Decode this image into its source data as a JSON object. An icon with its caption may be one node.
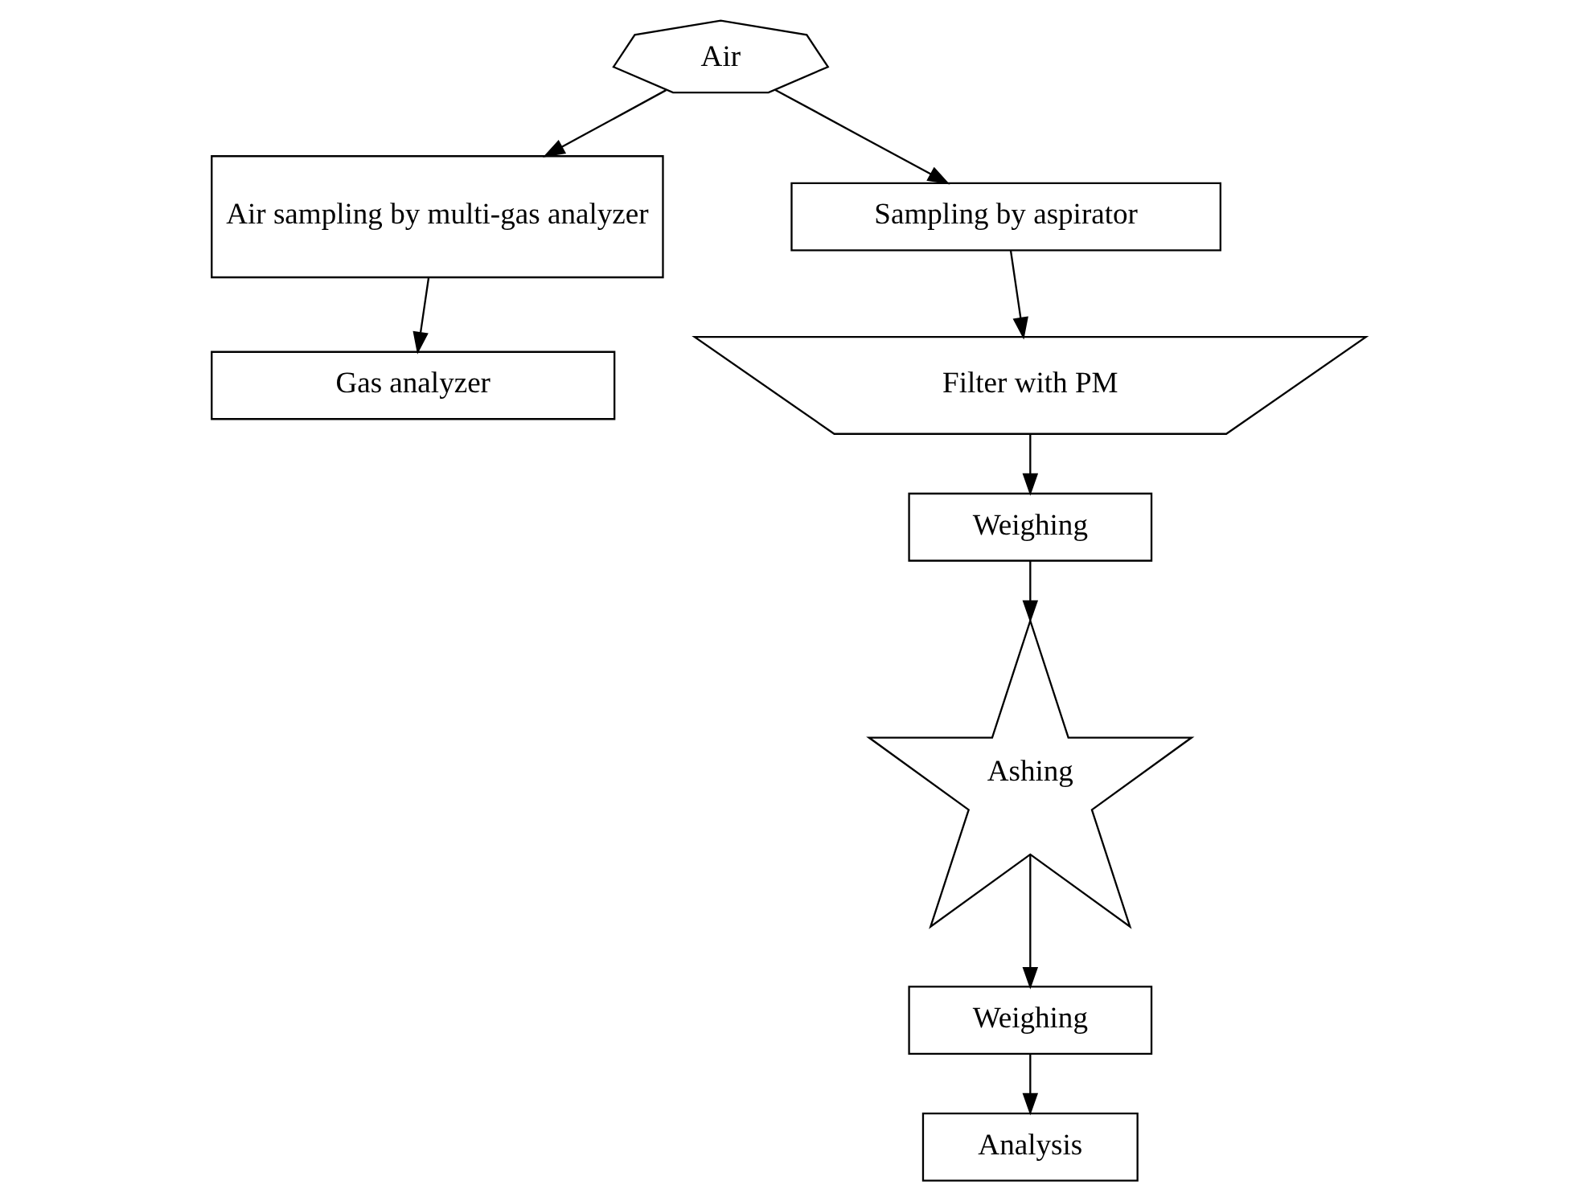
{
  "diagram": {
    "nodes": [
      {
        "text": [
          "Air"
        ]
      },
      {
        "text": [
          "Air sampling by multi-gas analyzer"
        ]
      },
      {
        "text": [
          "Gas analyzer"
        ]
      },
      {
        "text": [
          "Sampling by aspirator"
        ]
      },
      {
        "text": [
          "Filter with PM"
        ]
      },
      {
        "text": [
          "Weighing"
        ]
      },
      {
        "text": [
          "Ashing"
        ]
      },
      {
        "text": [
          "Weighing"
        ]
      },
      {
        "text": [
          "Analysis"
        ]
      }
    ],
    "edges": [
      {
        "from": 0,
        "to": 1,
        "arrow": "to"
      },
      {
        "from": 0,
        "to": 3,
        "arrow": "to"
      },
      {
        "from": 1,
        "to": 2,
        "arrow": "to"
      },
      {
        "from": 3,
        "to": 4,
        "arrow": "to"
      },
      {
        "from": 4,
        "to": 5,
        "arrow": "to"
      },
      {
        "from": 5,
        "to": 6,
        "arrow": "to"
      },
      {
        "from": 6,
        "to": 7,
        "arrow": "to"
      },
      {
        "from": 7,
        "to": 8,
        "arrow": "to"
      }
    ]
  }
}
